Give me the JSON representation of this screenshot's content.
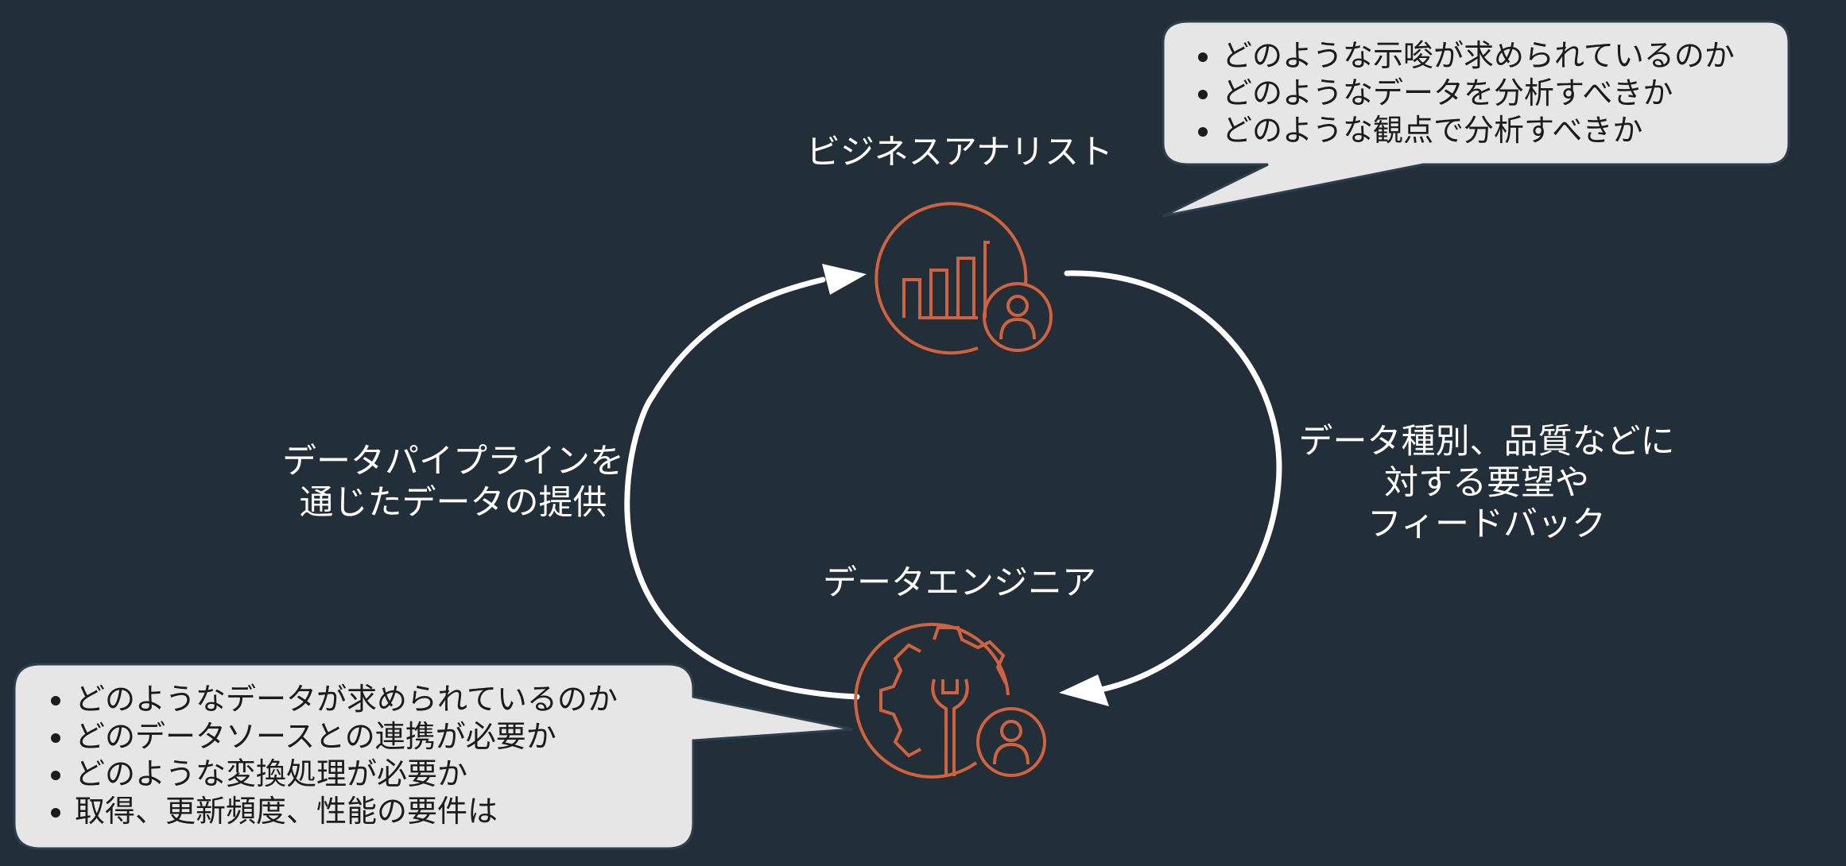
{
  "colors": {
    "background": "#232f38",
    "icon_accent": "#d0623f",
    "bubble_fill": "#e6e6e6",
    "bubble_stroke": "#2d3f4c",
    "arrow": "#ffffff"
  },
  "business_analyst": {
    "title": "ビジネスアナリスト",
    "icon": "analytics-person-icon",
    "bubble_items": [
      "どのような示唆が求められているのか",
      "どのようなデータを分析すべきか",
      "どのような観点で分析すべきか"
    ]
  },
  "data_engineer": {
    "title": "データエンジニア",
    "icon": "gear-wrench-person-icon",
    "bubble_items": [
      "どのようなデータが求められているのか",
      "どのデータソースとの連携が必要か",
      "どのような変換処理が必要か",
      "取得、更新頻度、性能の要件は"
    ]
  },
  "flows": {
    "left": {
      "line1": "データパイプラインを",
      "line2": "通じたデータの提供"
    },
    "right": {
      "line1": "データ種別、品質などに",
      "line2": "対する要望や",
      "line3": "フィードバック"
    }
  }
}
